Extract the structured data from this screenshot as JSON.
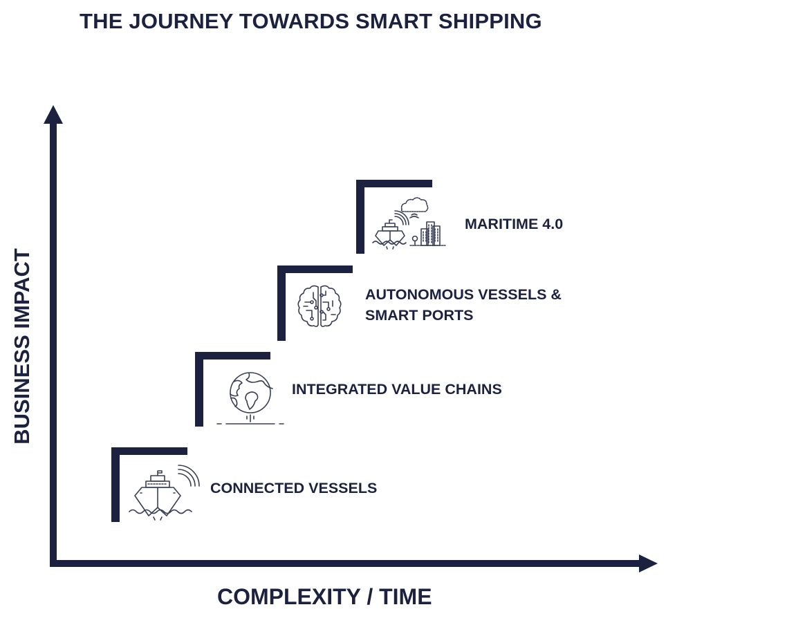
{
  "title": "THE JOURNEY TOWARDS SMART SHIPPING",
  "axes": {
    "x_label": "COMPLEXITY / TIME",
    "y_label": "BUSINESS IMPACT"
  },
  "colors": {
    "primary": "#1c2140",
    "icon_stroke": "#3a3e55",
    "background": "#ffffff"
  },
  "steps": [
    {
      "order": 1,
      "label_lines": [
        "CONNECTED VESSELS"
      ],
      "icon": "ship-signal-icon"
    },
    {
      "order": 2,
      "label_lines": [
        "INTEGRATED VALUE CHAINS"
      ],
      "icon": "globe-icon"
    },
    {
      "order": 3,
      "label_lines": [
        "AUTONOMOUS VESSELS &",
        "SMART PORTS"
      ],
      "icon": "brain-circuit-icon"
    },
    {
      "order": 4,
      "label_lines": [
        "MARITIME 4.0"
      ],
      "icon": "ship-city-cloud-icon"
    }
  ]
}
